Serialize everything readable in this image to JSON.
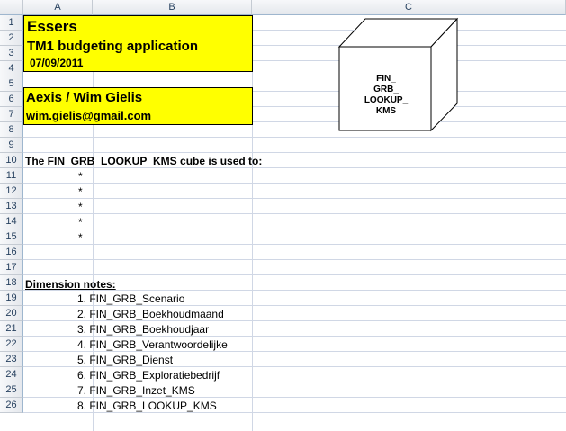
{
  "columns": [
    "A",
    "B",
    "C"
  ],
  "rows": [
    "1",
    "2",
    "3",
    "4",
    "5",
    "6",
    "7",
    "8",
    "9",
    "10",
    "11",
    "12",
    "13",
    "14",
    "15",
    "16",
    "17",
    "18",
    "19",
    "20",
    "21",
    "22",
    "23",
    "24",
    "25",
    "26"
  ],
  "header_box": {
    "company": "Essers",
    "app_title": "TM1 budgeting application",
    "date": "07/09/2011"
  },
  "author_box": {
    "author": "Aexis / Wim Gielis",
    "email": "wim.gielis@gmail.com"
  },
  "cube": {
    "label": "FIN_\nGRB_\nLOOKUP_\nKMS"
  },
  "usage": {
    "heading": "The FIN_GRB_LOOKUP_KMS cube is used to:",
    "bullets": [
      "*",
      "*",
      "*",
      "*",
      "*"
    ]
  },
  "dimensions": {
    "heading": "Dimension notes:",
    "items": [
      "1. FIN_GRB_Scenario",
      "2. FIN_GRB_Boekhoudmaand",
      "3. FIN_GRB_Boekhoudjaar",
      "4. FIN_GRB_Verantwoordelijke",
      "5. FIN_GRB_Dienst",
      "6. FIN_GRB_Exploratiebedrijf",
      "7. FIN_GRB_Inzet_KMS",
      "8. FIN_GRB_LOOKUP_KMS"
    ]
  }
}
